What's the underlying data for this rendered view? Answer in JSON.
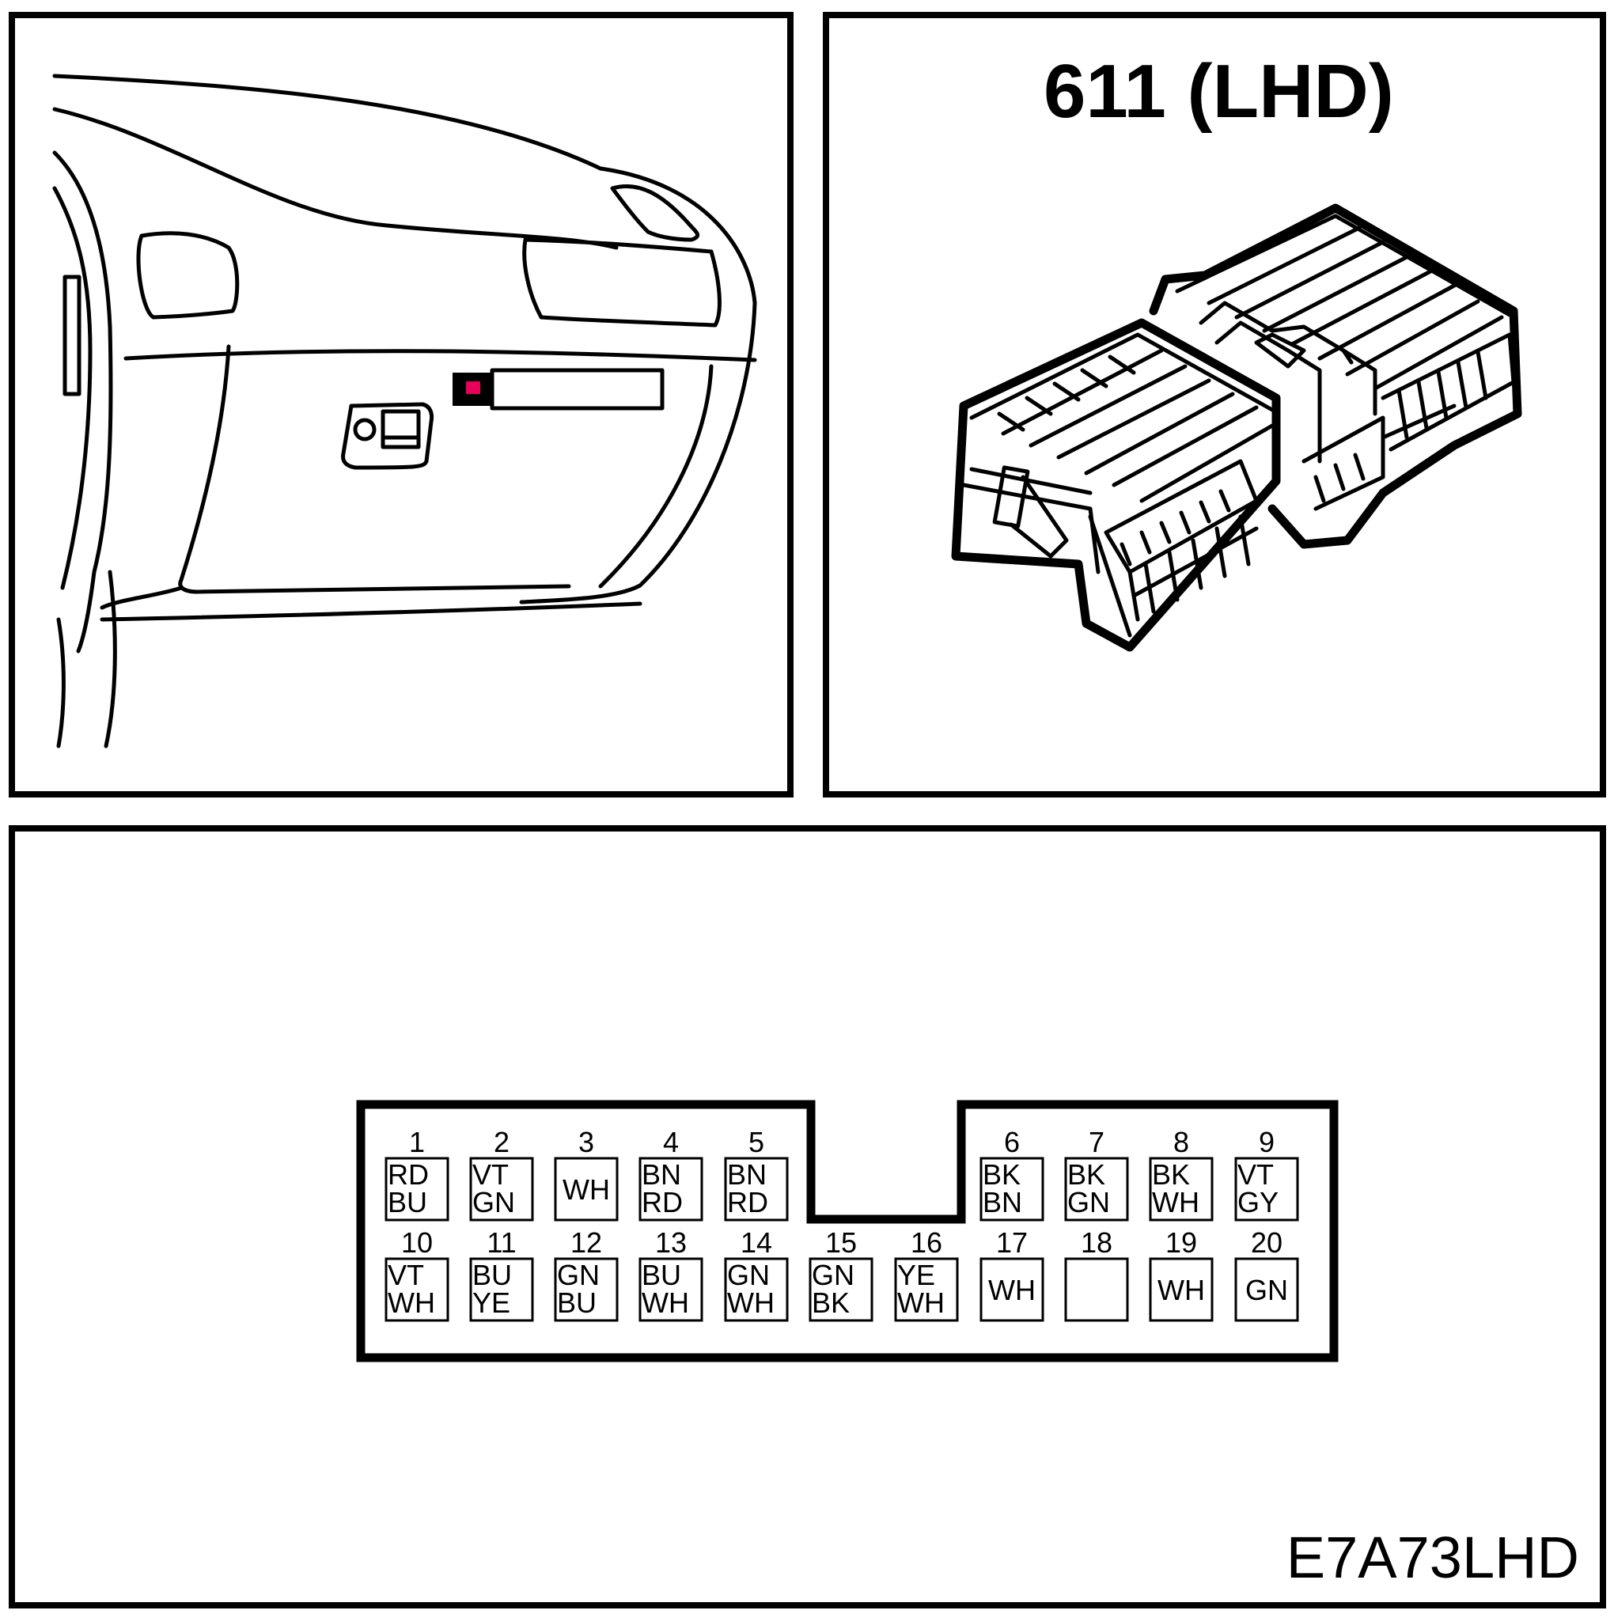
{
  "connector": {
    "title": "611 (LHD)",
    "diagram_code": "E7A73LHD"
  },
  "location_view": {
    "highlight_color": "#e8005a"
  },
  "pins": [
    {
      "number": "1",
      "colors": [
        "RD",
        "BU"
      ]
    },
    {
      "number": "2",
      "colors": [
        "VT",
        "GN"
      ]
    },
    {
      "number": "3",
      "colors": [
        "WH"
      ]
    },
    {
      "number": "4",
      "colors": [
        "BN",
        "RD"
      ]
    },
    {
      "number": "5",
      "colors": [
        "BN",
        "RD"
      ]
    },
    {
      "number": "6",
      "colors": [
        "BK",
        "BN"
      ]
    },
    {
      "number": "7",
      "colors": [
        "BK",
        "GN"
      ]
    },
    {
      "number": "8",
      "colors": [
        "BK",
        "WH"
      ]
    },
    {
      "number": "9",
      "colors": [
        "VT",
        "GY"
      ]
    },
    {
      "number": "10",
      "colors": [
        "VT",
        "WH"
      ]
    },
    {
      "number": "11",
      "colors": [
        "BU",
        "YE"
      ]
    },
    {
      "number": "12",
      "colors": [
        "GN",
        "BU"
      ]
    },
    {
      "number": "13",
      "colors": [
        "BU",
        "WH"
      ]
    },
    {
      "number": "14",
      "colors": [
        "GN",
        "WH"
      ]
    },
    {
      "number": "15",
      "colors": [
        "GN",
        "BK"
      ]
    },
    {
      "number": "16",
      "colors": [
        "YE",
        "WH"
      ]
    },
    {
      "number": "17",
      "colors": [
        "WH"
      ]
    },
    {
      "number": "18",
      "colors": []
    },
    {
      "number": "19",
      "colors": [
        "WH"
      ]
    },
    {
      "number": "20",
      "colors": [
        "GN"
      ]
    }
  ]
}
